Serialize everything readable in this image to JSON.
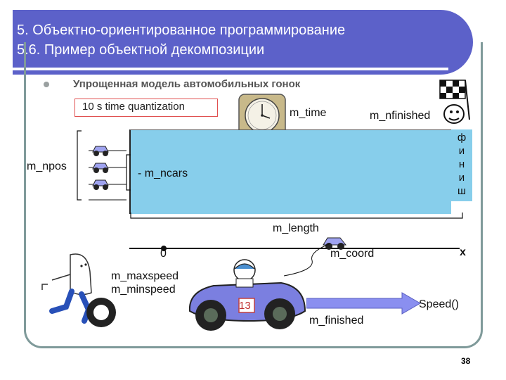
{
  "header": {
    "title_line1": "5. Объектно-ориентированное программирование",
    "title_line2": "5.6. Пример объектной декомпозиции"
  },
  "subtitle": "Упрощенная модель автомобильных гонок",
  "quant_box": "10 s time quantization",
  "labels": {
    "m_time": "m_time",
    "m_nfinished": "m_nfinished",
    "m_npos": "m_npos",
    "m_ncars": "- m_ncars",
    "m_length": "m_length",
    "zero": "0",
    "m_coord": "m_coord",
    "x": "x",
    "m_maxspeed": "m_maxspeed",
    "m_minspeed": "m_minspeed",
    "car_number": "13",
    "speed": "Speed()",
    "m_finished": "m_finished"
  },
  "finish_word": "ф и н и ш",
  "page_number": "38",
  "colors": {
    "header": "#5c61c9",
    "track": "#87ceeb",
    "car_body": "#7b7fe0",
    "arrow": "#8a8ff0"
  }
}
